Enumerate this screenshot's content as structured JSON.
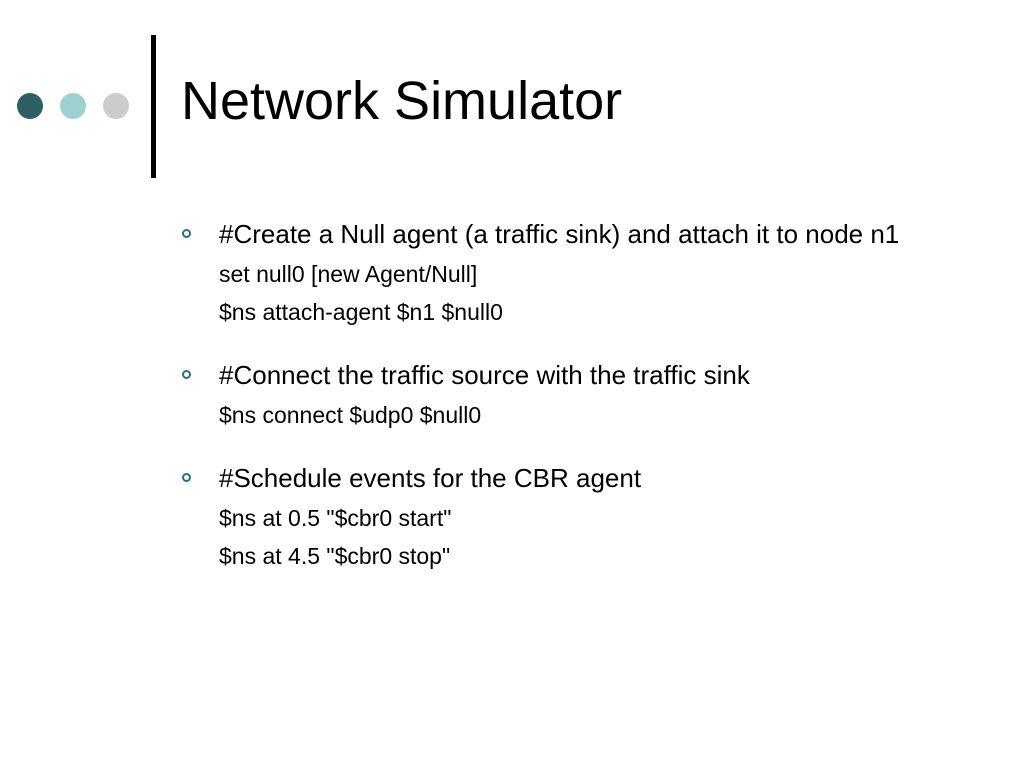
{
  "slide": {
    "title": "Network Simulator",
    "colors": {
      "dot_1": "#2d5f63",
      "dot_2": "#9ecfd1",
      "dot_3": "#cccccc",
      "bullet": "#2c6d7a",
      "text": "#000000"
    },
    "bullets": [
      {
        "text": "#Create a Null agent (a traffic sink) and attach it to node n1",
        "lines": [
          "set null0 [new Agent/Null]",
          "$ns attach-agent $n1 $null0"
        ]
      },
      {
        "text": "#Connect the traffic source with the traffic sink",
        "lines": [
          "$ns connect $udp0 $null0"
        ]
      },
      {
        "text": "#Schedule events for the CBR agent",
        "lines": [
          "$ns at 0.5 \"$cbr0 start\"",
          "$ns at 4.5 \"$cbr0 stop\""
        ]
      }
    ]
  }
}
